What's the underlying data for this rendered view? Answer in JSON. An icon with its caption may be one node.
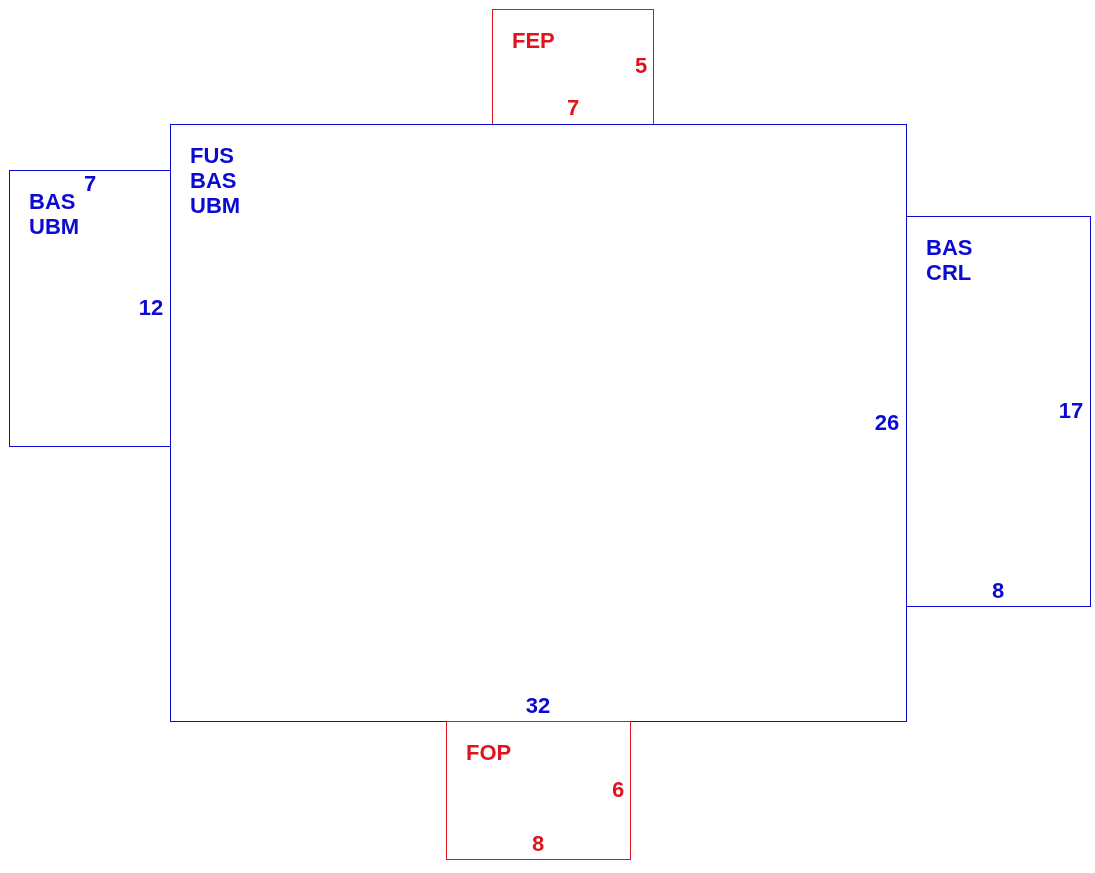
{
  "diagram": {
    "nodes": [
      {
        "text": [
          "FEP"
        ]
      },
      {
        "text": [
          "FUS",
          "BAS",
          "UBM"
        ]
      },
      {
        "text": [
          "BAS",
          "UBM"
        ]
      },
      {
        "text": [
          "BAS",
          "CRL"
        ]
      },
      {
        "text": [
          "FOP"
        ]
      }
    ],
    "labels": [
      "5",
      "7",
      "7",
      "12",
      "17",
      "26",
      "8",
      "32",
      "6",
      "8"
    ]
  }
}
